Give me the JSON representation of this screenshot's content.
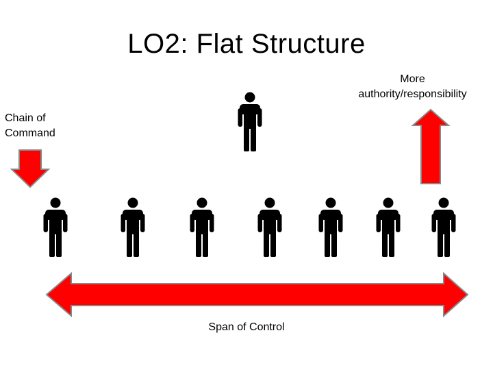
{
  "title": "LO2: Flat Structure",
  "labels": {
    "more_authority_line1": "More",
    "more_authority_line2": "authority/responsibility",
    "chain_line1": "Chain of",
    "chain_line2": "Command",
    "span_of_control": "Span of Control"
  },
  "icons": {
    "person": "person-icon",
    "down_arrow": "down-arrow-icon",
    "up_arrow": "up-arrow-icon",
    "double_arrow": "double-arrow-icon"
  },
  "colors": {
    "arrow_fill": "#ff0000",
    "arrow_stroke": "#888888",
    "person_fill": "#000000",
    "text": "#000000"
  },
  "structure": {
    "top_level_count": 1,
    "subordinate_count": 7
  }
}
